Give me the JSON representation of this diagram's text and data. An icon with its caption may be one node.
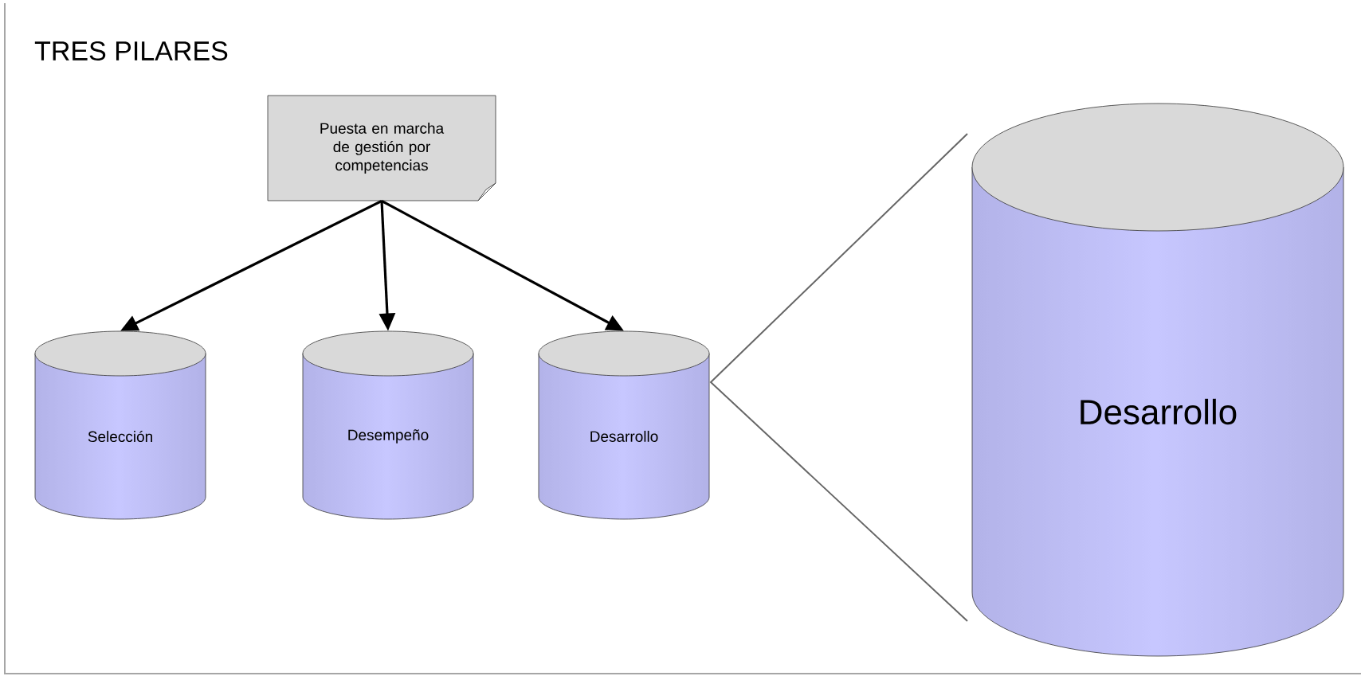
{
  "diagram": {
    "title": "TRES PILARES",
    "nodes": [
      {
        "text": [
          "Puesta en marcha de gestión por competencias"
        ]
      },
      {
        "text": [
          "Selección"
        ]
      },
      {
        "text": [
          "Desempeño"
        ]
      },
      {
        "text": [
          "Desarrollo"
        ]
      },
      {
        "text": [
          "Desarrollo"
        ]
      }
    ],
    "edges": [
      {
        "from": 0,
        "to": 1,
        "arrow": "to"
      },
      {
        "from": 0,
        "to": 2,
        "arrow": "to"
      },
      {
        "from": 0,
        "to": 3,
        "arrow": "to"
      }
    ]
  }
}
